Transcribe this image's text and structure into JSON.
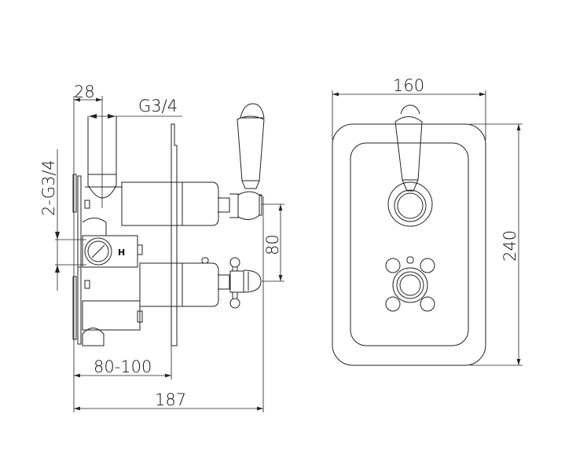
{
  "side_view": {
    "dim_pipe_offset": "28",
    "dim_outlet_thread": "G3/4",
    "dim_inlet_threads": "2-G3/4",
    "dim_handle_spacing": "80",
    "dim_wall_depth": "80-100",
    "dim_total_depth": "187",
    "hot_inlet_marker": "H"
  },
  "front_view": {
    "dim_width": "160",
    "dim_height": "240"
  }
}
